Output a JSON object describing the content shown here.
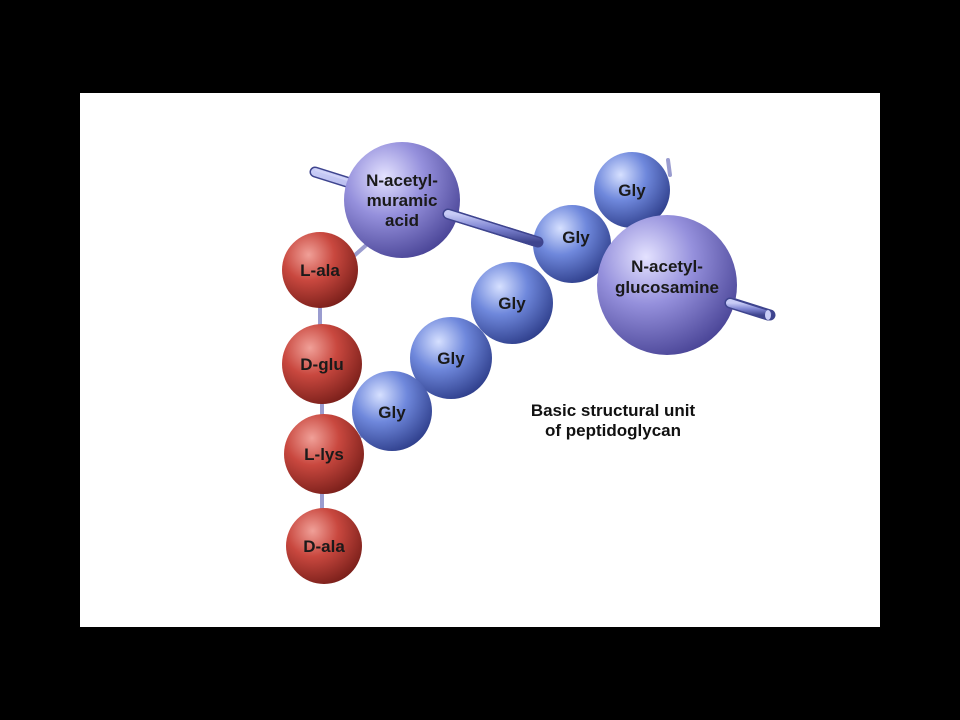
{
  "diagram": {
    "caption_line1": "Basic structural unit",
    "caption_line2": "of peptidoglycan",
    "sugars": {
      "nam": {
        "line1": "N-acetyl-",
        "line2": "muramic",
        "line3": "acid"
      },
      "nag": {
        "line1": "N-acetyl-",
        "line2": "glucosamine"
      }
    },
    "peptide_chain": [
      "L-ala",
      "D-glu",
      "L-lys",
      "D-ala"
    ],
    "glycine_bridge": [
      "Gly",
      "Gly",
      "Gly",
      "Gly",
      "Gly"
    ]
  },
  "colors": {
    "background": "#000000",
    "panel": "#ffffff",
    "amino_acid_red": "#c0443c",
    "glycine_blue": "#6c86d6",
    "sugar_lavender": "#8d88d6",
    "backbone_rod": "#8a8fd8"
  }
}
